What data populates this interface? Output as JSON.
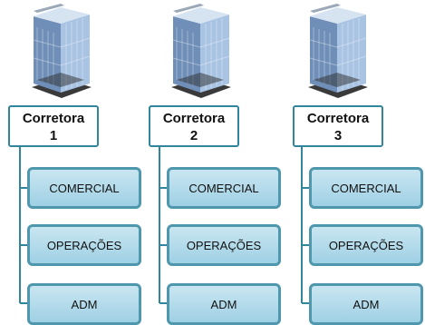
{
  "companies": [
    {
      "name": "Corretora",
      "number": "1",
      "departments": [
        "COMERCIAL",
        "OPERAÇÕES",
        "ADM"
      ]
    },
    {
      "name": "Corretora",
      "number": "2",
      "departments": [
        "COMERCIAL",
        "OPERAÇÕES",
        "ADM"
      ]
    },
    {
      "name": "Corretora",
      "number": "3",
      "departments": [
        "COMERCIAL",
        "OPERAÇÕES",
        "ADM"
      ]
    }
  ],
  "colors": {
    "connector": "#31859c",
    "unit_border": "#4f97ad",
    "unit_fill_top": "#c9e6f1",
    "unit_fill_bottom": "#9fd0e4"
  }
}
